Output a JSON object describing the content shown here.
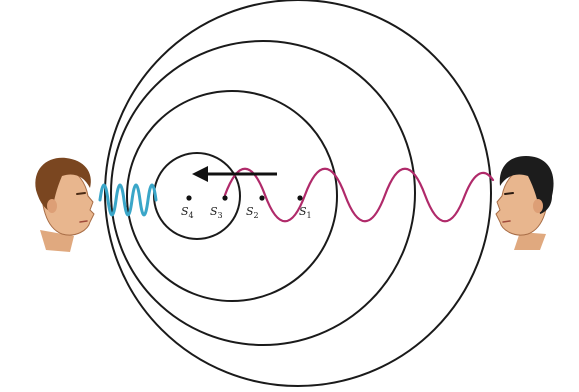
{
  "diagram": {
    "sources": [
      {
        "name": "S",
        "sub": "4"
      },
      {
        "name": "S",
        "sub": "3"
      },
      {
        "name": "S",
        "sub": "2"
      },
      {
        "name": "S",
        "sub": "1"
      }
    ],
    "colors": {
      "wavefront": "#1a1a1a",
      "compressed_wave": "#3aa6c8",
      "stretched_wave": "#b02a6a",
      "arrow": "#111111",
      "skin": "#e8b68e",
      "hair_left": "#7a4620",
      "hair_right": "#1c1c1c"
    },
    "icons": {
      "left_observer": "observer-face-left",
      "right_observer": "observer-face-right",
      "motion_arrow": "arrow-left-icon"
    }
  }
}
